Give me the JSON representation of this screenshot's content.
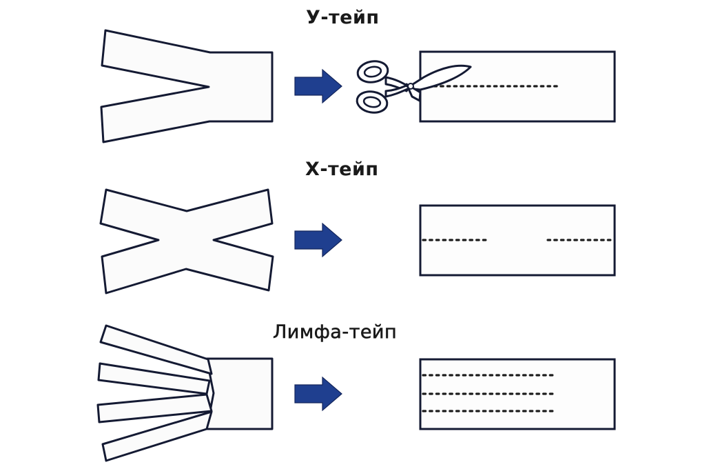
{
  "figure": {
    "language": "ru",
    "sections": [
      {
        "id": "y-tape",
        "title": "У-тейп",
        "source_shape": "Y-shaped tape (one base, two tails)",
        "result_strip_cuts": 1,
        "cut_tool_icon": "scissors-icon",
        "arrow_icon": "right-arrow-icon"
      },
      {
        "id": "x-tape",
        "title": "Х-тейп",
        "source_shape": "X-shaped tape (four tails)",
        "result_strip_cuts": 2,
        "arrow_icon": "right-arrow-icon"
      },
      {
        "id": "lymph-tape",
        "title": "Лимфа-тейп",
        "source_shape": "Fan-shaped tape (one base, four tails)",
        "result_strip_cuts": 3,
        "arrow_icon": "right-arrow-icon"
      }
    ],
    "colors": {
      "outline": "#141a33",
      "arrow_fill": "#1f3f8f",
      "cut_line": "#1c1c1c",
      "background": "#ffffff"
    }
  }
}
